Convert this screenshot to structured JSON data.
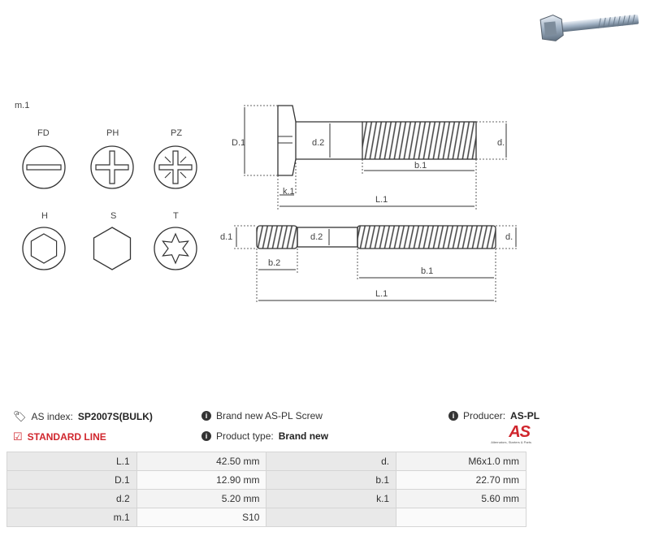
{
  "diagram": {
    "head_label": "m.1",
    "head_types": [
      {
        "code": "FD"
      },
      {
        "code": "PH"
      },
      {
        "code": "PZ"
      },
      {
        "code": "H"
      },
      {
        "code": "S"
      },
      {
        "code": "T"
      }
    ],
    "screw1_dims": {
      "D1": "D.1",
      "d2": "d.2",
      "d": "d.",
      "b1": "b.1",
      "k1": "k.1",
      "L1": "L.1"
    },
    "screw2_dims": {
      "d1": "d.1",
      "d2": "d.2",
      "d": "d.",
      "b2": "b.2",
      "b1": "b.1",
      "L1": "L.1"
    }
  },
  "info": {
    "as_index_label": "AS index:",
    "as_index_value": "SP2007S(BULK)",
    "line_label": "STANDARD LINE",
    "description": "Brand new AS-PL Screw",
    "product_type_label": "Product type:",
    "product_type_value": "Brand new",
    "producer_label": "Producer:",
    "producer_value": "AS-PL",
    "logo_text": "AS",
    "logo_tagline": "Alternators, Starters & Parts"
  },
  "colors": {
    "accent": "#d0262d",
    "line": "#333333"
  },
  "spec_rows": [
    {
      "k1": "L.1",
      "v1": "42.50 mm",
      "k2": "d.",
      "v2": "M6x1.0 mm"
    },
    {
      "k1": "D.1",
      "v1": "12.90 mm",
      "k2": "b.1",
      "v2": "22.70 mm"
    },
    {
      "k1": "d.2",
      "v1": "5.20 mm",
      "k2": "k.1",
      "v2": "5.60 mm"
    },
    {
      "k1": "m.1",
      "v1": "S10",
      "k2": "",
      "v2": ""
    }
  ]
}
